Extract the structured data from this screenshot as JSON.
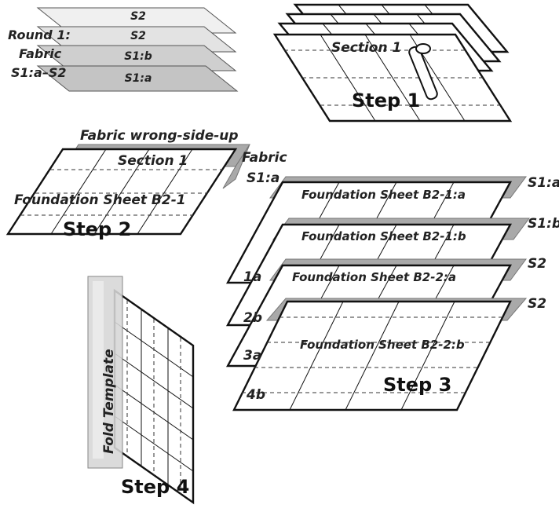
{
  "round": {
    "title": "Round 1:",
    "fabric_label": "Fabric",
    "pair_label": "S1:a–S2",
    "layers": [
      "S2",
      "S2",
      "S1:b",
      "S1:a"
    ]
  },
  "step1": {
    "section_label": "Section 1",
    "step_label": "Step 1"
  },
  "step2": {
    "top_label": "Fabric wrong-side-up",
    "section_label": "Section 1",
    "fabric_label": "Fabric",
    "fabric_code": "S1:a",
    "sheet_label": "Foundation Sheet B2-1",
    "step_label": "Step 2"
  },
  "step3": {
    "sheets": [
      {
        "name": "Foundation Sheet B2-1:a",
        "code": "S1:a",
        "num": "1a"
      },
      {
        "name": "Foundation Sheet B2-1:b",
        "code": "S1:b",
        "num": "2b"
      },
      {
        "name": "Foundation Sheet B2-2:a",
        "code": "S2",
        "num": "3a"
      },
      {
        "name": "Foundation Sheet B2-2:b",
        "code": "S2",
        "num": "4b"
      }
    ],
    "step_label": "Step 3"
  },
  "step4": {
    "fold_label": "Fold Template",
    "step_label": "Step 4"
  }
}
